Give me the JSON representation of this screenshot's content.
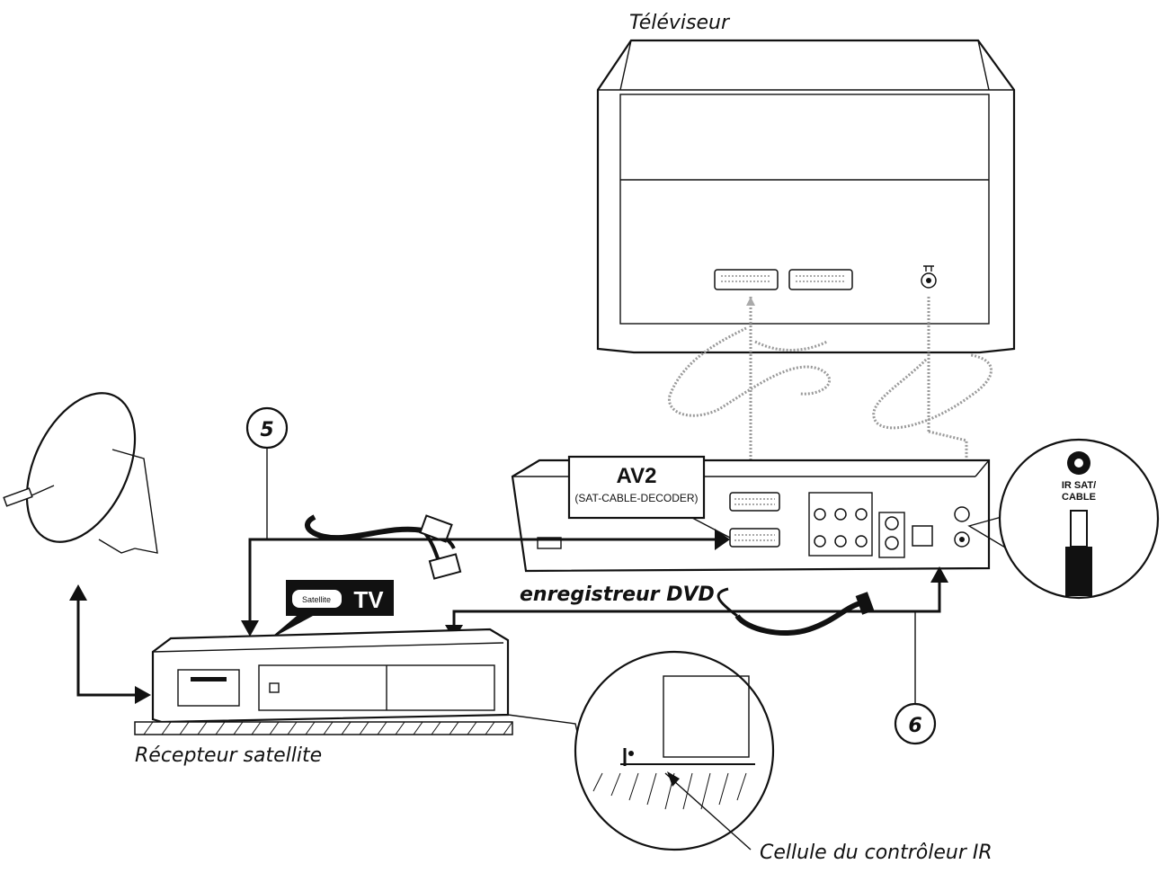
{
  "labels": {
    "tv": "Téléviseur",
    "recorder": "enregistreur DVD",
    "receiver": "Récepteur satellite",
    "ir_cell": "Cellule du contrôleur IR"
  },
  "av2": {
    "title": "AV2",
    "subtitle": "(SAT-CABLE-DECODER)"
  },
  "badge": {
    "logo_text": "Satellite",
    "suffix": "TV"
  },
  "zoom": {
    "jack_label_line1": "IR SAT/",
    "jack_label_line2": "CABLE"
  },
  "steps": {
    "five": "5",
    "six": "6"
  }
}
